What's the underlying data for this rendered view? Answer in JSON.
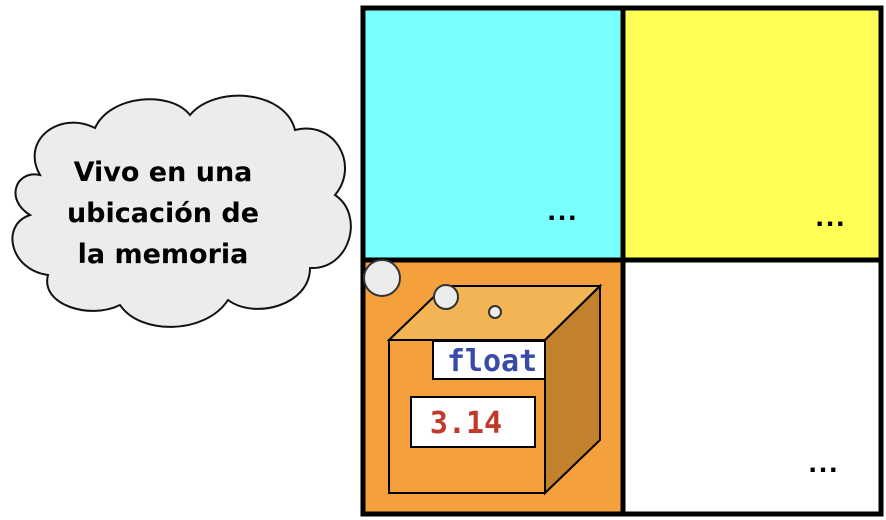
{
  "thought_bubble": {
    "lines": [
      "Vivo en una",
      "ubicación de",
      "la memoria"
    ]
  },
  "memory_grid": {
    "cells": [
      {
        "color": "#7affff",
        "label": "..."
      },
      {
        "color": "#ffff55",
        "label": "..."
      },
      {
        "color": "#f4a03c",
        "label": ""
      },
      {
        "color": "#ffffff",
        "label": "..."
      }
    ]
  },
  "variable_box": {
    "type_label": "float",
    "value_label": "3.14",
    "type_color": "#3b4aa6",
    "value_color": "#c0392b"
  }
}
